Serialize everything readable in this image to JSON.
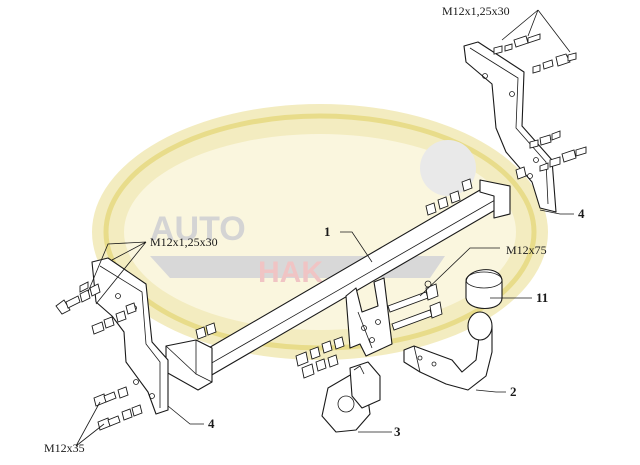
{
  "watermark": {
    "text_left": "AUTO",
    "text_right": "HAK",
    "colors": {
      "ellipse": "#f3ecc0",
      "ring": "#e8dc8a",
      "text": "#d9d9d9",
      "accent": "#f2c9c9"
    }
  },
  "labels": {
    "bolt_top": "M12x1,25x30",
    "bolt_left": "M12x1,25x30",
    "bolt_right_center": "M12x75",
    "bolt_bottom_left": "M12x35"
  },
  "part_numbers": {
    "crossbar": "1",
    "ball_neck": "2",
    "socket_plate": "3",
    "bracket_right": "4",
    "bracket_left": "4",
    "ball_cover": "11"
  }
}
